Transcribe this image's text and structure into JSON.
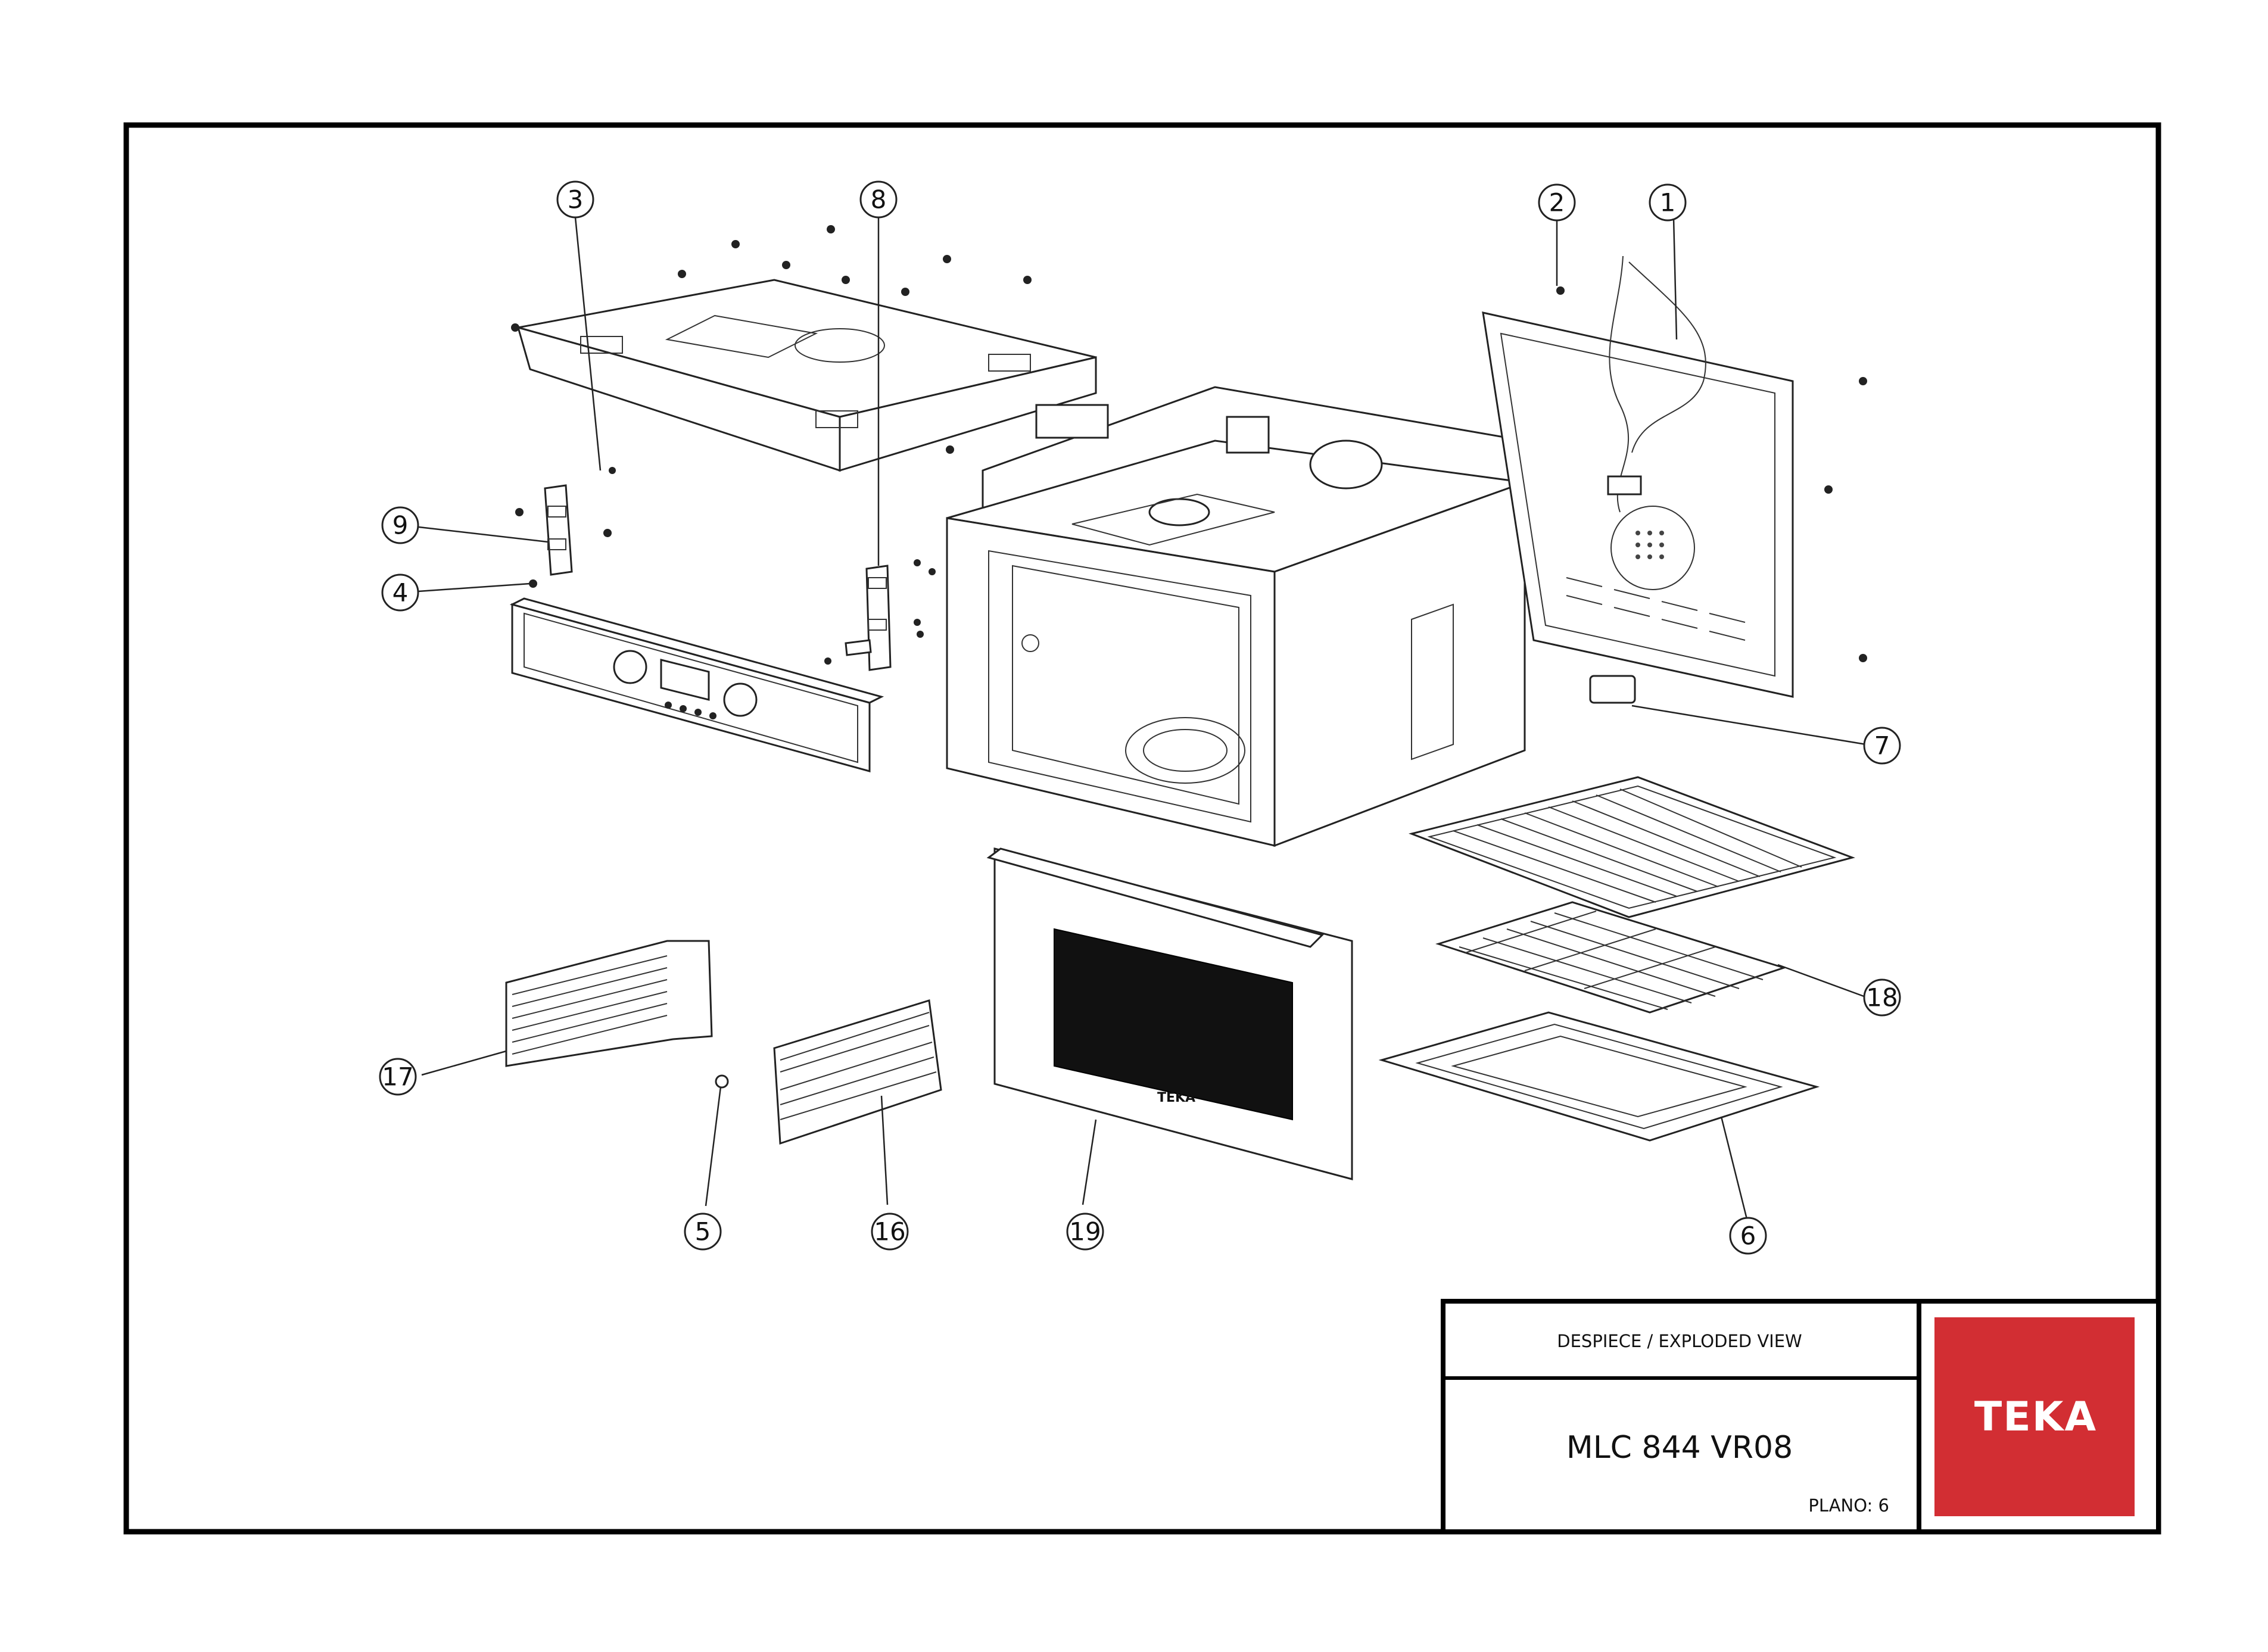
{
  "title_block": {
    "header": "DESPIECE / EXPLODED VIEW",
    "model": "MLC 844 VR08",
    "sheet": "PLANO: 6"
  },
  "logo": {
    "text": "TEKA",
    "background": "#d22e33",
    "foreground": "#ffffff"
  },
  "door_brand": "TEKA",
  "callouts": [
    "1",
    "2",
    "3",
    "4",
    "5",
    "6",
    "7",
    "8",
    "9",
    "16",
    "17",
    "18",
    "19"
  ]
}
